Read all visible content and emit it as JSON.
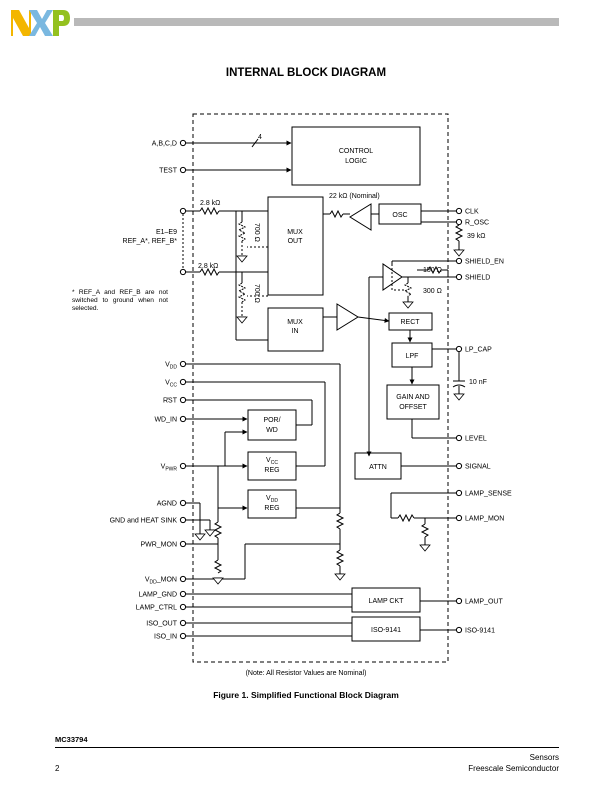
{
  "header": {
    "logo_text": "NXP",
    "logo_colors": [
      "#f3b600",
      "#7ab8e0",
      "#94c11f"
    ]
  },
  "title": "INTERNAL BLOCK DIAGRAM",
  "pins_left": {
    "abcd": "A,B,C,D",
    "test": "TEST",
    "e1e9": "E1–E9",
    "ref": "REF_A*, REF_B*",
    "vdd_sub": "DD",
    "vcc_sub": "CC",
    "rst": "RST",
    "wd_in": "WD_IN",
    "vpwr_sub": "PWR",
    "agnd": "AGND",
    "gnd_heat": "GND and HEAT SINK",
    "pwr_mon": "PWR_MON",
    "vdd_mon_sub": "DD",
    "vdd_mon_suffix": "_MON",
    "lamp_gnd": "LAMP_GND",
    "lamp_ctrl": "LAMP_CTRL",
    "iso_out": "ISO_OUT",
    "iso_in": "ISO_IN"
  },
  "v_prefix": "V",
  "footnote": "* REF_A and REF_B are not switched to ground when not selected.",
  "pins_right": {
    "clk": "CLK",
    "r_osc": "R_OSC",
    "shield_en": "SHIELD_EN",
    "shield": "SHIELD",
    "lp_cap": "LP_CAP",
    "level": "LEVEL",
    "signal": "SIGNAL",
    "lamp_sense": "LAMP_SENSE",
    "lamp_mon": "LAMP_MON",
    "lamp_out": "LAMP_OUT",
    "iso9141": "ISO-9141"
  },
  "blocks": {
    "control_1": "CONTROL",
    "control_2": "LOGIC",
    "mux_out_1": "MUX",
    "mux_out_2": "OUT",
    "mux_in_1": "MUX",
    "mux_in_2": "IN",
    "osc": "OSC",
    "rect": "RECT",
    "lpf": "LPF",
    "gain_1": "GAIN AND",
    "gain_2": "OFFSET",
    "por_1": "POR/",
    "por_2": "WD",
    "vcc_reg_sub": "CC",
    "vdd_reg_sub": "DD",
    "reg": "REG",
    "attn": "ATTN",
    "lamp_ckt": "LAMP CKT",
    "iso_block": "ISO-9141"
  },
  "values": {
    "bus_width": "4",
    "r_2k8_a": "2.8 kΩ",
    "r_2k8_b": "2.8 kΩ",
    "r_22k": "22 kΩ (Nominal)",
    "r_39k": "39 kΩ",
    "r_700_a": "700 Ω",
    "r_700_b": "700 Ω",
    "r_150": "150 Ω",
    "r_300": "300 Ω",
    "c_10nf": "10 nF"
  },
  "note": "(Note: All Resistor Values are Nominal)",
  "caption": "Figure 1. Simplified Functional Block Diagram",
  "footer": {
    "part_number": "MC33794",
    "page": "2",
    "right_1": "Sensors",
    "right_2": "Freescale Semiconductor"
  }
}
